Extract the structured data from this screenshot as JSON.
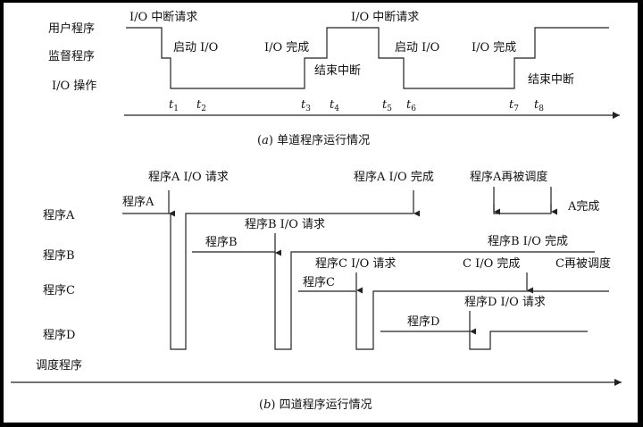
{
  "part_a": {
    "rows": [
      "用户程序",
      "监督程序",
      "I/O 操作"
    ],
    "events": [
      "I/O 中断请求",
      "启动 I/O",
      "I/O 完成",
      "I/O 中断请求",
      "结束中断",
      "启动 I/O",
      "I/O 完成",
      "结束中断"
    ],
    "ticks": [
      {
        "t": "t",
        "sub": "1"
      },
      {
        "t": "t",
        "sub": "2"
      },
      {
        "t": "t",
        "sub": "3"
      },
      {
        "t": "t",
        "sub": "4"
      },
      {
        "t": "t",
        "sub": "5"
      },
      {
        "t": "t",
        "sub": "6"
      },
      {
        "t": "t",
        "sub": "7"
      },
      {
        "t": "t",
        "sub": "8"
      }
    ],
    "caption_letter": "a",
    "caption_text": "单道程序运行情况"
  },
  "part_b": {
    "rows": [
      "程序A",
      "程序B",
      "程序C",
      "程序D",
      "调度程序"
    ],
    "labels": [
      "程序A I/O 请求",
      "程序A",
      "程序A I/O 完成",
      "程序A再被调度",
      "A完成",
      "程序B I/O 请求",
      "程序B",
      "程序B I/O 完成",
      "程序C I/O 请求",
      "C I/O 完成",
      "C再被调度",
      "程序C",
      "程序D I/O 请求",
      "程序D"
    ],
    "caption_letter": "b",
    "caption_text": "四道程序运行情况"
  }
}
